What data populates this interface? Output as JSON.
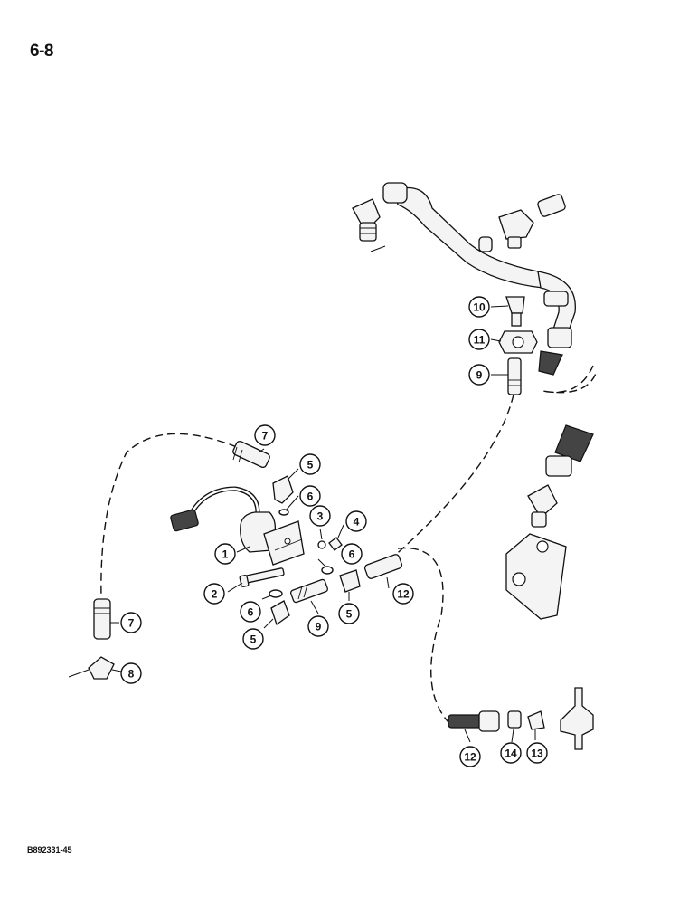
{
  "page_number": "6-8",
  "reference_code": "B892331-45",
  "callouts": [
    {
      "label": "10"
    },
    {
      "label": "11"
    },
    {
      "label": "9"
    },
    {
      "label": "7"
    },
    {
      "label": "5"
    },
    {
      "label": "6"
    },
    {
      "label": "3"
    },
    {
      "label": "4"
    },
    {
      "label": "1"
    },
    {
      "label": "6"
    },
    {
      "label": "12"
    },
    {
      "label": "2"
    },
    {
      "label": "6"
    },
    {
      "label": "9"
    },
    {
      "label": "5"
    },
    {
      "label": "5"
    },
    {
      "label": "7"
    },
    {
      "label": "8"
    },
    {
      "label": "12"
    },
    {
      "label": "14"
    },
    {
      "label": "13"
    }
  ]
}
